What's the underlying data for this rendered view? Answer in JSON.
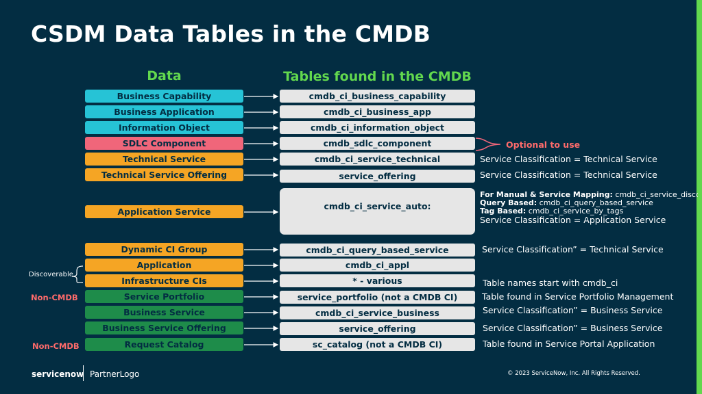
{
  "title": "CSDM Data Tables in the CMDB",
  "headers": {
    "data": "Data",
    "tables": "Tables found in the CMDB"
  },
  "colors": {
    "blue": "#26c3d6",
    "red": "#f0667a",
    "orange": "#f5a524",
    "green": "#1e8c4a",
    "table": "#e6e6e6",
    "background": "#032d42",
    "accent": "#62d84e"
  },
  "rows": [
    {
      "data": "Business Capability",
      "table": "cmdb_ci_business_capability",
      "color": "#26c3d6"
    },
    {
      "data": "Business Application",
      "table": "cmdb_ci_business_app",
      "color": "#26c3d6"
    },
    {
      "data": "Information Object",
      "table": "cmdb_ci_information_object",
      "color": "#26c3d6"
    },
    {
      "data": "SDLC Component",
      "table": "cmdb_sdlc_component",
      "color": "#f0667a"
    },
    {
      "data": "Technical Service",
      "table": "cmdb_ci_service_technical",
      "color": "#f5a524"
    },
    {
      "data": "Technical Service Offering",
      "table": "service_offering",
      "color": "#f5a524"
    },
    {
      "data": "Application Service",
      "table": "cmdb_ci_service_auto:",
      "color": "#f5a524"
    },
    {
      "data": "Dynamic CI Group",
      "table": "cmdb_ci_query_based_service",
      "color": "#f5a524"
    },
    {
      "data": "Application",
      "table": "cmdb_ci_appl",
      "color": "#f5a524"
    },
    {
      "data": "Infrastructure CIs",
      "table": "* - various",
      "color": "#f5a524"
    },
    {
      "data": "Service Portfolio",
      "table": "service_portfolio (not a CMDB CI)",
      "color": "#1e8c4a"
    },
    {
      "data": "Business Service",
      "table": "cmdb_ci_service_business",
      "color": "#1e8c4a"
    },
    {
      "data": "Business Service Offering",
      "table": "service_offering",
      "color": "#1e8c4a"
    },
    {
      "data": "Request Catalog",
      "table": "sc_catalog (not a CMDB CI)",
      "color": "#1e8c4a"
    }
  ],
  "optional_label": "Optional to use",
  "notes": {
    "technical_service": "Service Classification = Technical Service",
    "technical_service_offering": "Service Classification = Technical Service",
    "app_service": {
      "manual_label": "For Manual & Service Mapping:",
      "manual_value": " cmdb_ci_service_discovered",
      "query_label": "Query Based:",
      "query_value": " cmdb_ci_query_based_service",
      "tag_label": "Tag Based:",
      "tag_value": " cmdb_ci_service_by_tags",
      "classification": "Service Classification = Application Service"
    },
    "dynamic_ci_group": "Service Classification” = Technical Service",
    "infrastructure": "Table names start with cmdb_ci",
    "service_portfolio": "Table found in Service Portfolio Management",
    "business_service": "Service Classification” = Business Service",
    "business_service_offering": "Service Classification” = Business Service",
    "request_catalog": "Table found in Service Portal Application"
  },
  "side_labels": {
    "discoverable": "Discoverable",
    "non_cmdb_1": "Non-CMDB",
    "non_cmdb_2": "Non-CMDB"
  },
  "footer": {
    "brand": "servicenow",
    "partner": "PartnerLogo",
    "copyright": "© 2023 ServiceNow, Inc. All Rights Reserved."
  }
}
